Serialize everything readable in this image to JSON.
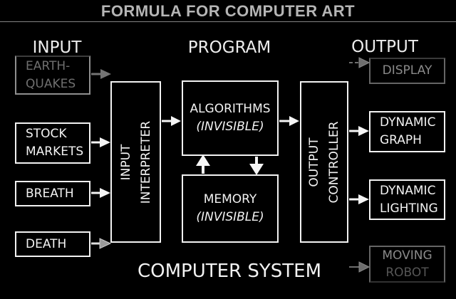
{
  "title": "FORMULA FOR COMPUTER ART",
  "columns": {
    "input": {
      "header": "INPUT"
    },
    "program": {
      "header": "PROGRAM"
    },
    "output": {
      "header": "OUTPUT"
    }
  },
  "nodes": {
    "earthquakes": {
      "line1": "EARTH-",
      "line2": "QUAKES",
      "state": "inactive"
    },
    "stock_markets": {
      "line1": "STOCK",
      "line2": "MARKETS",
      "state": "active"
    },
    "breath": {
      "label": "BREATH",
      "state": "active"
    },
    "death": {
      "label": "DEATH",
      "state": "active"
    },
    "input_interpreter": {
      "line1": "INPUT",
      "line2": "INTERPRETER",
      "state": "active"
    },
    "algorithms": {
      "title": "ALGORITHMS",
      "subtitle": "(INVISIBLE)",
      "state": "active"
    },
    "memory": {
      "title": "MEMORY",
      "subtitle": "(INVISIBLE)",
      "state": "active"
    },
    "output_controller": {
      "line1": "OUTPUT",
      "line2": "CONTROLLER",
      "state": "active"
    },
    "display": {
      "label": "DISPLAY",
      "state": "inactive"
    },
    "dynamic_graph": {
      "line1": "DYNAMIC",
      "line2": "GRAPH",
      "state": "active"
    },
    "dynamic_lighting": {
      "line1": "DYNAMIC",
      "line2": "LIGHTING",
      "state": "active"
    },
    "moving_robot": {
      "line1": "MOVING",
      "line2": "ROBOT",
      "state": "inactive"
    }
  },
  "system_label": "COMPUTER SYSTEM",
  "colors": {
    "background": "#000000",
    "active": "#f5f5f5",
    "dimmed_text": "#6f6f6f",
    "dimmed_border": "#8f8f8f",
    "title_text": "#b5b5b5",
    "arrow_active": "#f5f5f5",
    "arrow_dimmed": "#757575"
  }
}
